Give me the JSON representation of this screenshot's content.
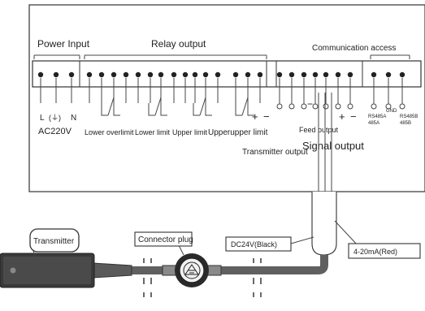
{
  "sections": {
    "power": "Power Input",
    "relay": "Relay output",
    "comm": "Communication access"
  },
  "power": {
    "l": "L",
    "ground": "(⏚)",
    "n": "N",
    "voltage": "AC220V"
  },
  "relay_labels": [
    "Lower overlimit",
    "Lower limit",
    "Upper limit",
    "Upperupper limit"
  ],
  "transmitter_output": "Transmitter output",
  "polarity": {
    "plus": "+",
    "minus": "−"
  },
  "feed_output": "Feed output",
  "signal_output": "Signal output",
  "comm_labels": {
    "gnd": "GND",
    "rs485a": "RS485A",
    "rs485b": "RS485B",
    "485a": "485A",
    "485b": "485B"
  },
  "dc_label": "DC24V(Black)",
  "current_label": "4-20mA(Red)",
  "transmitter": "Transmitter",
  "connector": "Connector plug"
}
